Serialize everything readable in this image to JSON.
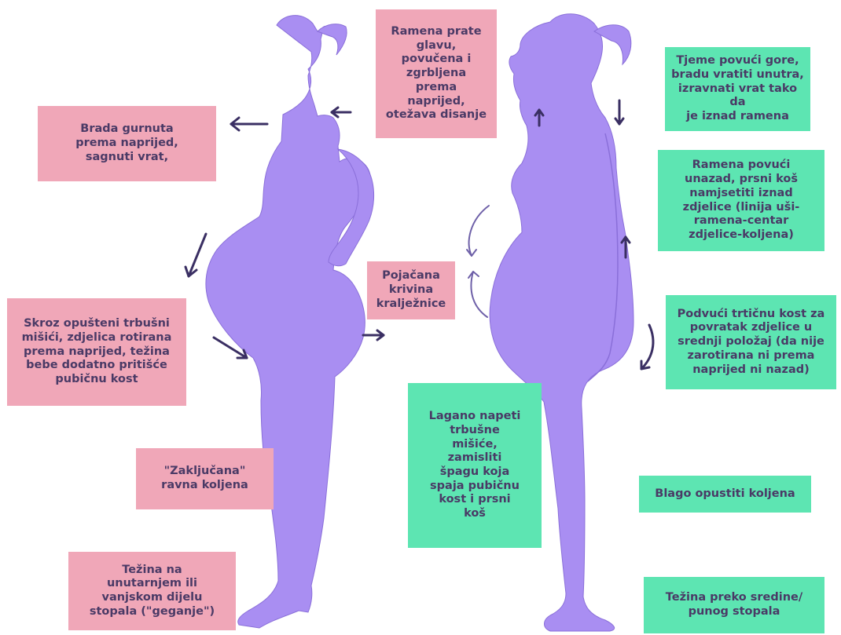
{
  "colors": {
    "silhouette": "#a98ef2",
    "silhouette_outline": "#8a6fd9",
    "bad_box": "#f0a7b8",
    "good_box": "#5de5b2",
    "text": "#4a3a66",
    "arrow": "#3a2f63"
  },
  "left_figure": {
    "labels": {
      "chin": "Brada gurnuta\nprema naprijed,\nsagnuti vrat,",
      "shoulders": "Ramena prate\nglavu,\npovučena i\nzgrbljena\nprema\nnaprijed,\notežava disanje",
      "spine": "Pojačana\nkrivina\nkralježnice",
      "abdomen": "Skroz opušteni trbušni\nmišići, zdjelica rotirana\nprema naprijed, težina\nbebe dodatno pritišće\npubičnu kost",
      "knees": "\"Zaključana\"\nravna koljena",
      "feet": "Težina na\nunutarnjem ili\nvanjskom dijelu\nstopala (\"geganje\")"
    }
  },
  "right_figure": {
    "labels": {
      "head": "Tjeme povući gore,\nbradu vratiti unutra,\nizravnati vrat tako da\nje iznad ramena",
      "shoulders": "Ramena povući\nunazad, prsni koš\nnamjsetiti iznad\nzdjelice (linija uši-\nramena-centar\nzdjelice-koljena)",
      "tailbone": "Podvući trtičnu kost za\npovratak zdjelice u\nsrednji položaj (da nije\nzarotirana ni prema\nnaprijed ni nazad)",
      "abdomen": "Lagano napeti\ntrbušne\nmišiće,\nzamisliti\nšpagu koja\nspaja pubičnu\nkost i prsni\nkoš",
      "knees": "Blago opustiti koljena",
      "feet": "Težina preko sredine/\npunog stopala"
    }
  }
}
